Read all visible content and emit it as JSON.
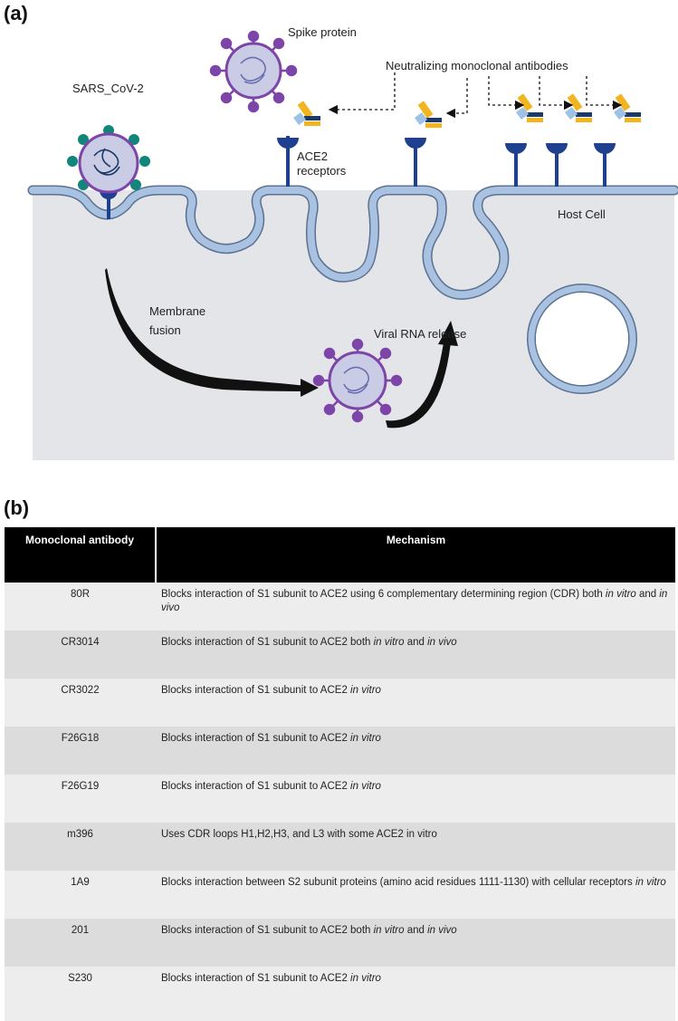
{
  "panels": {
    "a": "(a)",
    "b": "(b)"
  },
  "diagram": {
    "labels": {
      "spike": "Spike protein",
      "sars": "SARS_CoV-2",
      "nab": "Neutralizing  monoclonal antibodies",
      "ace2_line1": "ACE2",
      "ace2_line2": "receptors",
      "host": "Host Cell",
      "fusion_line1": "Membrane",
      "fusion_line2": "fusion",
      "rna": "Viral RNA release"
    },
    "colors": {
      "cell": "#e4e5e8",
      "membrane": "#a9c2e2",
      "membrane_outline": "#5b7190",
      "receptor": "#1f3f8f",
      "virus_spike": "#7d45a8",
      "virus_body": "#c9cce4",
      "antibody_gold": "#f2b520",
      "antibody_navy": "#1c3a68",
      "antibody_light": "#9dc2e6",
      "spike_teal": "#12867a"
    }
  },
  "table": {
    "headers": [
      "Monoclonal antibody",
      "Mechanism"
    ],
    "rows": [
      {
        "antibody": "80R",
        "mechanism": "Blocks interaction of S1 subunit to ACE2 using 6 complementary determining region (CDR) both ",
        "mech_i1": "in vitro",
        "mech_mid": " and ",
        "mech_i2": "in vivo"
      },
      {
        "antibody": "CR3014",
        "mechanism": "Blocks interaction of S1 subunit to ACE2  both ",
        "mech_i1": "in vitro",
        "mech_mid": " and ",
        "mech_i2": "in vivo"
      },
      {
        "antibody": "CR3022",
        "mechanism": "Blocks interaction of S1 subunit to ACE2 ",
        "mech_i1": "in vitro"
      },
      {
        "antibody": "F26G18",
        "mechanism": "Blocks interaction of S1 subunit to ACE2 ",
        "mech_i1": "in vitro"
      },
      {
        "antibody": "F26G19",
        "mechanism": "Blocks interaction of S1 subunit to ACE2 ",
        "mech_i1": "in vitro"
      },
      {
        "antibody": "m396",
        "mechanism": "Uses CDR loops H1,H2,H3, and L3 with some ACE2 in vitro"
      },
      {
        "antibody": "1A9",
        "mechanism": "Blocks interaction between S2 subunit proteins (amino acid residues 1111-1130) with cellular receptors ",
        "mech_i1": "in vitro"
      },
      {
        "antibody": "201",
        "mechanism": "Blocks interaction of S1 subunit to ACE2  both ",
        "mech_i1": "in vitro",
        "mech_mid": " and ",
        "mech_i2": "in vivo"
      },
      {
        "antibody": "S230",
        "mechanism": "Blocks interaction of S1 subunit to ACE2 ",
        "mech_i1": "in vitro"
      }
    ]
  }
}
